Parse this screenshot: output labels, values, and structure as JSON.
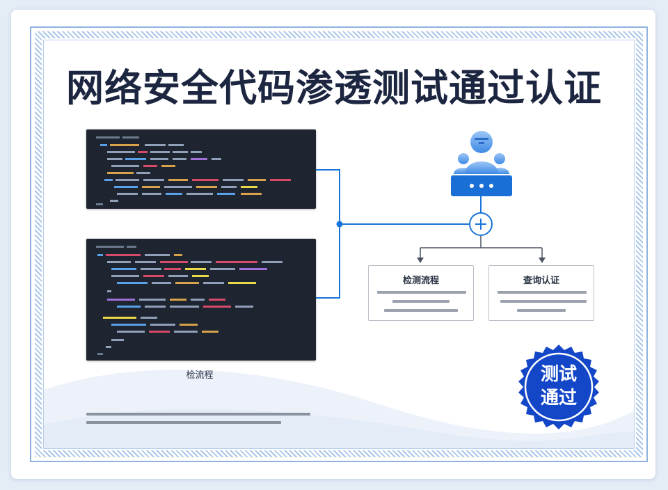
{
  "certificate": {
    "title": "网络安全代码渗透测试通过认证",
    "code_caption": "检流程",
    "process_boxes": [
      {
        "title": "检测流程"
      },
      {
        "title": "查询认证"
      }
    ],
    "seal": {
      "line1": "测试",
      "line2": "通过"
    }
  },
  "colors": {
    "accent": "#1a73d8",
    "seal_blue": "#1447c8",
    "code_background": "#1e2430",
    "border_blue": "#8fb3df",
    "title_text": "#1d2640"
  },
  "icons": {
    "server": "server-with-users-icon",
    "plus": "plus-circle-icon",
    "seal": "seal-badge-icon"
  }
}
